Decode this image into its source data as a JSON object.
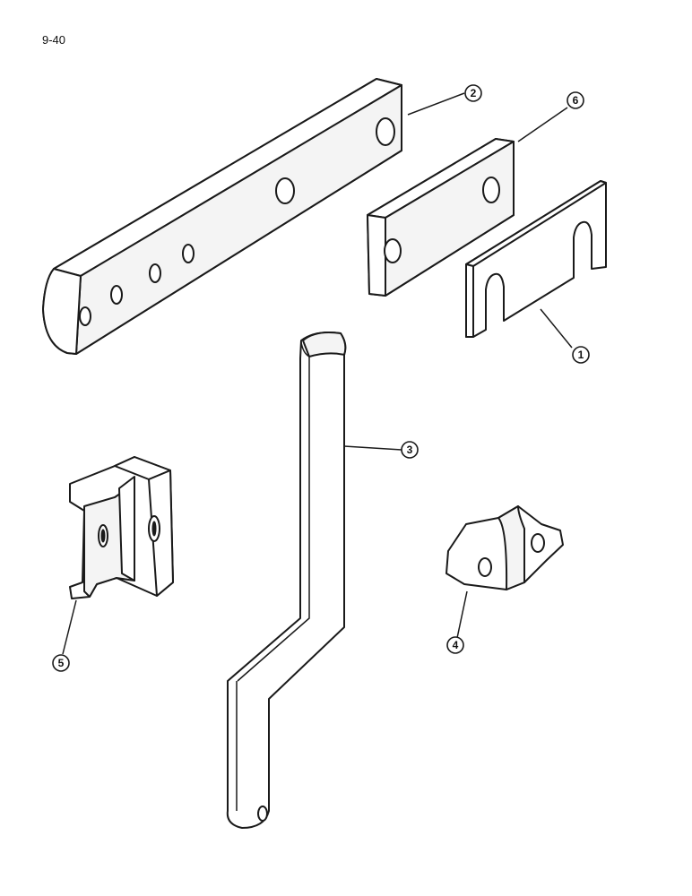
{
  "page": {
    "number": "9-40"
  },
  "callouts": [
    {
      "id": "part-1",
      "label": "1"
    },
    {
      "id": "part-2",
      "label": "2"
    },
    {
      "id": "part-3",
      "label": "3"
    },
    {
      "id": "part-4",
      "label": "4"
    },
    {
      "id": "part-5",
      "label": "5"
    },
    {
      "id": "part-6",
      "label": "6"
    }
  ],
  "colors": {
    "ink": "#1a1a1a",
    "paper": "#ffffff"
  }
}
